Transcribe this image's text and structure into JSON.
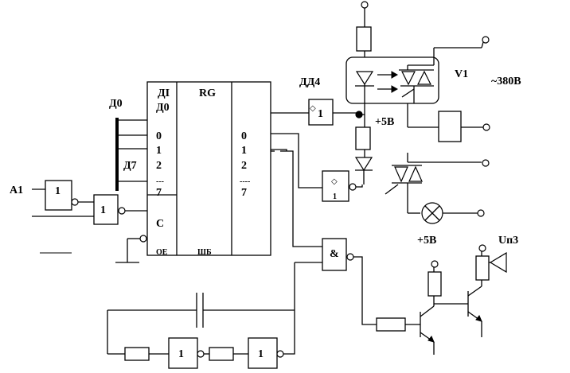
{
  "labels": {
    "a1": "А1",
    "d0_bus": "Д0",
    "d7_bus": "Д7",
    "reg_di": "ДІ",
    "reg_d0": "Д0",
    "reg_in_0": "0",
    "reg_in_1": "1",
    "reg_in_2": "2",
    "reg_in_dots": "---",
    "reg_in_7": "7",
    "reg_c": "С",
    "reg_oe": "ОЕ",
    "reg_rg": "RG",
    "reg_bottom": "ШБ",
    "reg_out_0": "0",
    "reg_out_1": "1",
    "reg_out_2": "2",
    "reg_out_dots": "----",
    "reg_out_7": "7",
    "dd4": "ДД4",
    "v1": "V1",
    "v380": "~380В",
    "plus5_top": "+5В",
    "plus5_bottom": "+5В",
    "un3": "Uп3",
    "gate_one": "1",
    "gate_and": "&",
    "glyph_diamond": "◇"
  }
}
